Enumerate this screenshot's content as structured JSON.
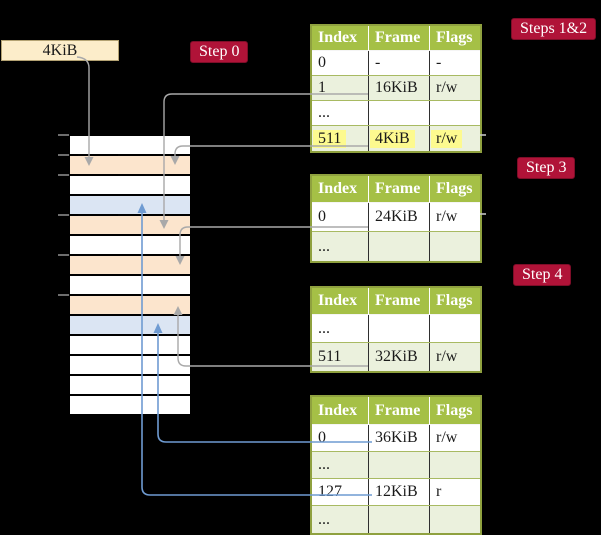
{
  "cr3": {
    "label": "4KiB"
  },
  "steps": [
    {
      "label": "Step 0"
    },
    {
      "label": "Steps 1&2"
    },
    {
      "label": "Step 3"
    },
    {
      "label": "Step 4"
    }
  ],
  "memory": {
    "rows": [
      "white",
      "orange",
      "white",
      "blue",
      "orange",
      "white",
      "orange",
      "white",
      "orange",
      "blue",
      "white",
      "white",
      "white",
      "white"
    ]
  },
  "page_tables": [
    {
      "headers": [
        "Index",
        "Frame",
        "Flags"
      ],
      "rows": [
        {
          "cells": [
            "0",
            "-",
            "-"
          ]
        },
        {
          "cells": [
            "1",
            "16KiB",
            "r/w"
          ]
        },
        {
          "cells": [
            "...",
            "",
            ""
          ]
        },
        {
          "cells": [
            "511",
            "4KiB",
            "r/w"
          ],
          "highlight": true
        }
      ]
    },
    {
      "headers": [
        "Index",
        "Frame",
        "Flags"
      ],
      "rows": [
        {
          "cells": [
            "0",
            "24KiB",
            "r/w"
          ]
        },
        {
          "cells": [
            "...",
            "",
            ""
          ]
        }
      ]
    },
    {
      "headers": [
        "Index",
        "Frame",
        "Flags"
      ],
      "rows": [
        {
          "cells": [
            "...",
            "",
            ""
          ]
        },
        {
          "cells": [
            "511",
            "32KiB",
            "r/w"
          ]
        }
      ]
    },
    {
      "headers": [
        "Index",
        "Frame",
        "Flags"
      ],
      "rows": [
        {
          "cells": [
            "0",
            "36KiB",
            "r/w"
          ]
        },
        {
          "cells": [
            "...",
            "",
            ""
          ]
        },
        {
          "cells": [
            "127",
            "12KiB",
            "r"
          ]
        },
        {
          "cells": [
            "...",
            "",
            ""
          ]
        }
      ]
    }
  ],
  "colors": {
    "background": "#000000",
    "step_badge_bg": "#b01338",
    "step_badge_text": "#ffffff",
    "table_header_bg": "#a5c046",
    "table_header_text": "#ffffff",
    "table_row_shaded": "#ebf1dd",
    "table_row_line": "#a8ba62",
    "table_border": "#8fa13f",
    "highlight": "#fdfa8f",
    "memory_orange": "#fce5cd",
    "memory_blue": "#dbe5f3",
    "memory_white": "#ffffff",
    "arrow_gray": "#a9a9a9",
    "arrow_blue": "#6f9bd2",
    "cr3_box_bg": "#fcedca",
    "cr3_box_border": "#b3a273"
  }
}
